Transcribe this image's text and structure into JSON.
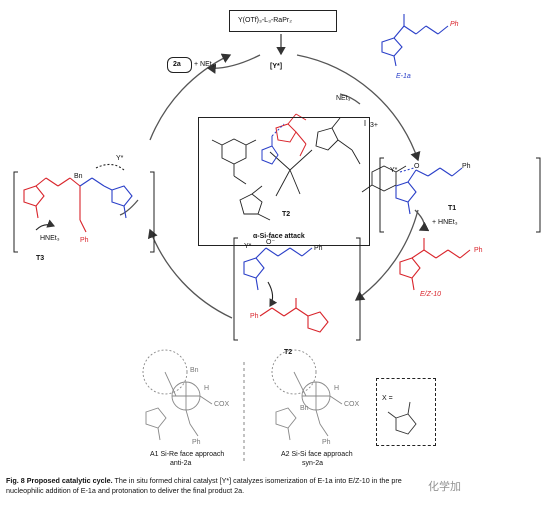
{
  "catalyst_box": "Y(OTf)₃-L₃-RaPr₂",
  "y_star": "[Y*]",
  "product_2a": "2a",
  "net3_top": "+ NEt₃",
  "substrate_label": "E-1a",
  "net3_right": "NEt₃",
  "t1_label": "T1",
  "hnet3_right": "+ HNEt₃",
  "ez10_label": "E/Z-10",
  "t2_center_label": "T2",
  "t2_center_charge": "3+",
  "face_attack": "α-Si-face attack",
  "t3_label": "T3",
  "hnet3_left": "HNEt₃",
  "t2_bottom_label": "T2",
  "a1_line1": "A1 Si-Re face approach",
  "a1_line2": "anti-2a",
  "a2_line1": "A2 Si-Si face approach",
  "a2_line2": "syn-2a",
  "x_eq": "X =",
  "cox_left": "COX",
  "cox_right": "COX",
  "bn_a1": "Bn",
  "bn_a2": "Bn",
  "h_a1": "H",
  "h_a2": "H",
  "bn_t3": "Bn",
  "y_t3": "Y*",
  "y_t1": "Y*",
  "y_t2b": "Y*",
  "o_t2b": "O⁻",
  "o_t1": "O",
  "ph": "Ph",
  "caption": {
    "bold_part": "Fig. 8 Proposed catalytic cycle.",
    "text_1": " The in situ formed chiral catalyst [Y*] catalyzes isomerization of E-1a into E/Z-10 in the pre",
    "text_2": "nucleophilic addition of E-1a and protonation to deliver the final product 2a."
  },
  "watermark": "化学加"
}
